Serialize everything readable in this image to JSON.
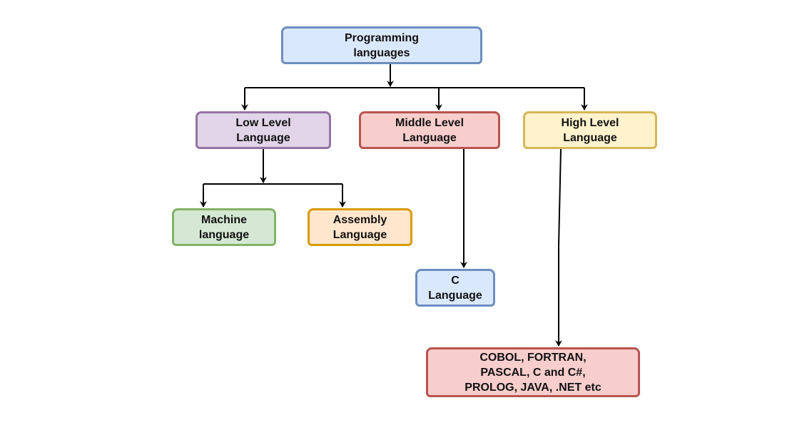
{
  "diagram": {
    "nodes": {
      "root": {
        "lines": [
          "Programming",
          "languages"
        ]
      },
      "low": {
        "lines": [
          "Low Level",
          "Language"
        ]
      },
      "middle": {
        "lines": [
          "Middle Level",
          "Language"
        ]
      },
      "high": {
        "lines": [
          "High Level",
          "Language"
        ]
      },
      "machine": {
        "lines": [
          "Machine",
          "language"
        ]
      },
      "assembly": {
        "lines": [
          "Assembly",
          "Language"
        ]
      },
      "c": {
        "lines": [
          "C",
          "Language"
        ]
      },
      "hll": {
        "lines": [
          "COBOL, FORTRAN,",
          "PASCAL, C and C#,",
          "PROLOG, JAVA, .NET etc"
        ]
      }
    },
    "edges": [
      {
        "from": "root",
        "to": "low"
      },
      {
        "from": "root",
        "to": "middle"
      },
      {
        "from": "root",
        "to": "high"
      },
      {
        "from": "low",
        "to": "machine"
      },
      {
        "from": "low",
        "to": "assembly"
      },
      {
        "from": "middle",
        "to": "c"
      },
      {
        "from": "high",
        "to": "hll"
      }
    ],
    "colors": {
      "blue_fill": "#dae8fc",
      "blue_stroke": "#6c8ebf",
      "purple_fill": "#e1d5e7",
      "purple_stroke": "#9673a6",
      "red_fill": "#f8cecc",
      "red_stroke": "#b85450",
      "yellow_fill": "#fff2cc",
      "yellow_stroke": "#d6b656",
      "green_fill": "#d5e8d4",
      "green_stroke": "#82b366",
      "orange_fill": "#ffe6cc",
      "orange_stroke": "#d79b00",
      "edge": "#000000"
    }
  }
}
